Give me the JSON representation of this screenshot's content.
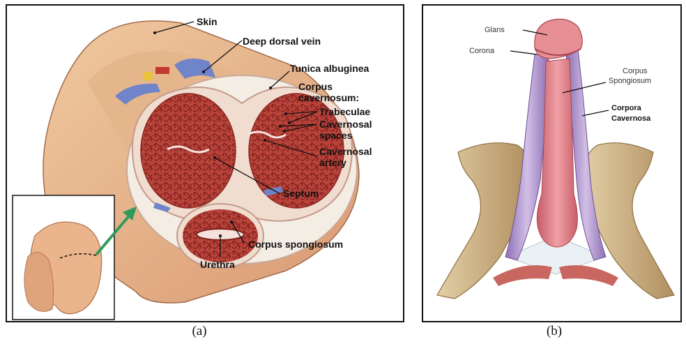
{
  "figure": {
    "panel_a": {
      "caption": "(a)",
      "labels": {
        "skin": "Skin",
        "deep_dorsal_vein": "Deep dorsal vein",
        "tunica_albuginea": "Tunica albuginea",
        "corpus_cavernosum_1": "Corpus",
        "corpus_cavernosum_2": "cavernosum:",
        "trabeculae": "Trabeculae",
        "cavernosal_spaces_1": "Cavernosal",
        "cavernosal_spaces_2": "spaces",
        "cavernosal_artery_1": "Cavernosal",
        "cavernosal_artery_2": "artery",
        "septum": "Septum",
        "corpus_spongiosum": "Corpus spongiosum",
        "urethra": "Urethra"
      }
    },
    "panel_b": {
      "caption": "(b)",
      "labels": {
        "glans": "Glans",
        "corona": "Corona",
        "corpus_spongiosum_1": "Corpus",
        "corpus_spongiosum_2": "Spongiosum",
        "corpora_cavernosa_1": "Corpora",
        "corpora_cavernosa_2": "Cavernosa"
      }
    }
  },
  "colors": {
    "skin": "#e7b98f",
    "tissue_red": "#b8433b",
    "tissue_dark": "#7e1f1b",
    "tunica": "#f1ddd0",
    "vein_blue": "#6f84c9",
    "spongiosum_pink": "#e3828a",
    "cavernosa_purple": "#b59ad3",
    "bone": "#c7ab7c",
    "arrow_green": "#2f9a5a"
  }
}
